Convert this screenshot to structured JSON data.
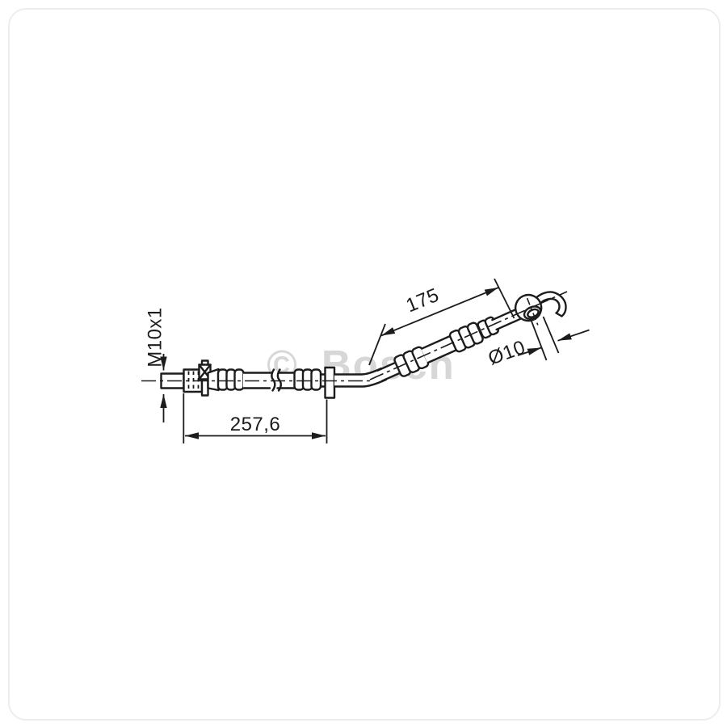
{
  "page": {
    "background": "#ffffff",
    "frame_color": "#ededed"
  },
  "watermark": {
    "text": "© Bosch",
    "color": "#d7d7d7"
  },
  "drawing": {
    "kind": "brake-hose-technical-drawing",
    "line_color": "#1c1c1c",
    "labels": {
      "thread": "M10x1",
      "length_total": "257,6",
      "length_upper": "175",
      "diameter": "Ø10"
    }
  }
}
